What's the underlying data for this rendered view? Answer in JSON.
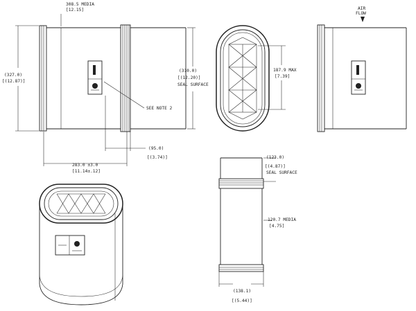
{
  "side_view": {
    "dim_top_a": "308.5 MEDIA",
    "dim_top_b": "[12.15]",
    "dim_left_a": "(327.0)",
    "dim_left_b": "[(12.87)]",
    "dim_right_a": "(310.0)",
    "dim_right_b": "[(12.20)]",
    "dim_right_c": "SEAL SURFACE",
    "note": "SEE NOTE 2",
    "dim_offset_a": "(95.0)",
    "dim_offset_b": "[(3.74)]",
    "dim_bottom_a": "283.0 ±3.0",
    "dim_bottom_b": "[11.14±.12]"
  },
  "end_view": {
    "dim_a": "187.9 MAX",
    "dim_b": "[7.39]"
  },
  "right_view": {
    "flow_label_a": "AIR",
    "flow_label_b": "FLOW"
  },
  "front_view": {
    "dim_top_a": "(123.0)",
    "dim_top_b": "[(4.87)]",
    "dim_top_c": "SEAL SURFACE",
    "dim_mid_a": "120.7 MEDIA",
    "dim_mid_b": "[4.75]",
    "dim_bottom_a": "(138.1)",
    "dim_bottom_b": "[(5.44)]"
  }
}
